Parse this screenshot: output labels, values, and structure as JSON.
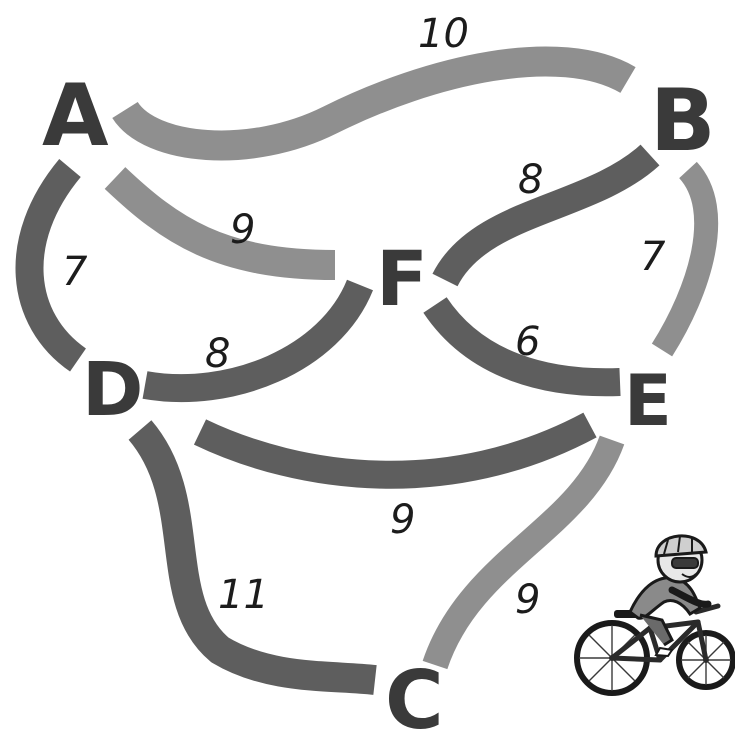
{
  "nodes": {
    "A": "A",
    "B": "B",
    "C": "C",
    "D": "D",
    "E": "E",
    "F": "F"
  },
  "edges": [
    {
      "from": "A",
      "to": "B",
      "weight": "10"
    },
    {
      "from": "A",
      "to": "D",
      "weight": "7"
    },
    {
      "from": "A",
      "to": "F",
      "weight": "9"
    },
    {
      "from": "B",
      "to": "F",
      "weight": "8"
    },
    {
      "from": "B",
      "to": "E",
      "weight": "7"
    },
    {
      "from": "D",
      "to": "F",
      "weight": "8"
    },
    {
      "from": "F",
      "to": "E",
      "weight": "6"
    },
    {
      "from": "D",
      "to": "E",
      "weight": "9"
    },
    {
      "from": "D",
      "to": "C",
      "weight": "11"
    },
    {
      "from": "E",
      "to": "C",
      "weight": "9"
    }
  ],
  "colors": {
    "road_light": "#8f8f8f",
    "road_dark": "#5e5e5e",
    "node_text": "#3a3a3a",
    "weight_text": "#1c1c1c"
  },
  "icons": [
    "cyclist-illustration"
  ]
}
